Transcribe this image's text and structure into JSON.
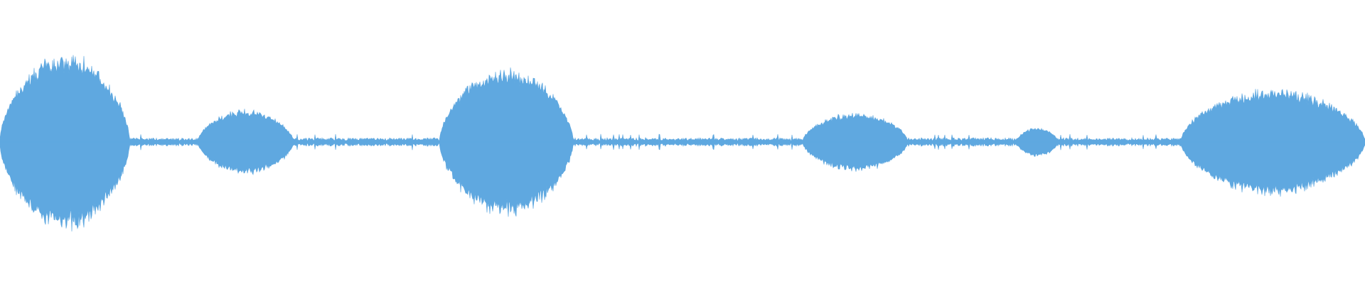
{
  "waveform": {
    "color": "#5fa8e0",
    "segments": [
      {
        "start": 0.0,
        "end": 0.095,
        "peak": 0.3
      },
      {
        "start": 0.145,
        "end": 0.215,
        "peak": 0.11
      },
      {
        "start": 0.322,
        "end": 0.42,
        "peak": 0.25
      },
      {
        "start": 0.588,
        "end": 0.665,
        "peak": 0.1
      },
      {
        "start": 0.745,
        "end": 0.775,
        "peak": 0.05
      },
      {
        "start": 0.865,
        "end": 1.0,
        "peak": 0.18
      }
    ],
    "silence_level": 0.012
  }
}
